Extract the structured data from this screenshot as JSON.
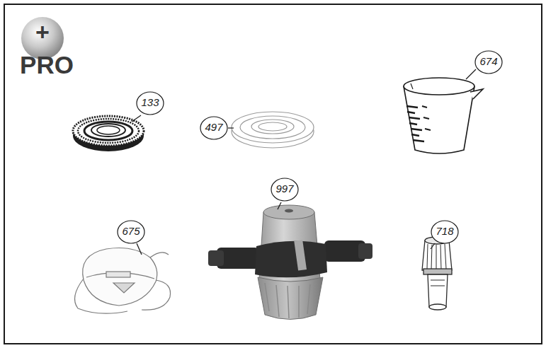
{
  "diagram": {
    "nodes": [
      {
        "text": [
          "+",
          "PRO"
        ]
      },
      {
        "text": [
          "133"
        ]
      },
      {
        "text": [
          "497"
        ]
      },
      {
        "text": [
          "674"
        ]
      },
      {
        "text": [
          "675"
        ]
      },
      {
        "text": [
          "997"
        ]
      },
      {
        "text": [
          "718"
        ]
      }
    ]
  }
}
